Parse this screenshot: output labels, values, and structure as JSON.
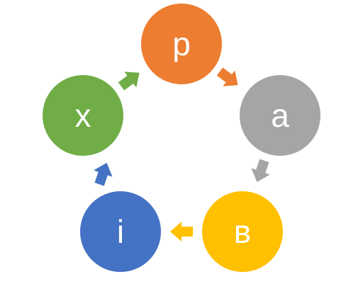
{
  "diagram": {
    "type": "cycle",
    "nodes": [
      {
        "id": "p",
        "label": "p",
        "color": "#ED7D31"
      },
      {
        "id": "a",
        "label": "a",
        "color": "#A5A5A5"
      },
      {
        "id": "v",
        "label": "в",
        "color": "#FFC000"
      },
      {
        "id": "i",
        "label": "i",
        "color": "#4472C4"
      },
      {
        "id": "x",
        "label": "x",
        "color": "#70AD47"
      }
    ],
    "edges": [
      {
        "from": "p",
        "to": "a",
        "color": "#ED7D31"
      },
      {
        "from": "a",
        "to": "v",
        "color": "#A5A5A5"
      },
      {
        "from": "v",
        "to": "i",
        "color": "#FFC000"
      },
      {
        "from": "i",
        "to": "x",
        "color": "#4472C4"
      },
      {
        "from": "x",
        "to": "p",
        "color": "#70AD47"
      }
    ]
  }
}
